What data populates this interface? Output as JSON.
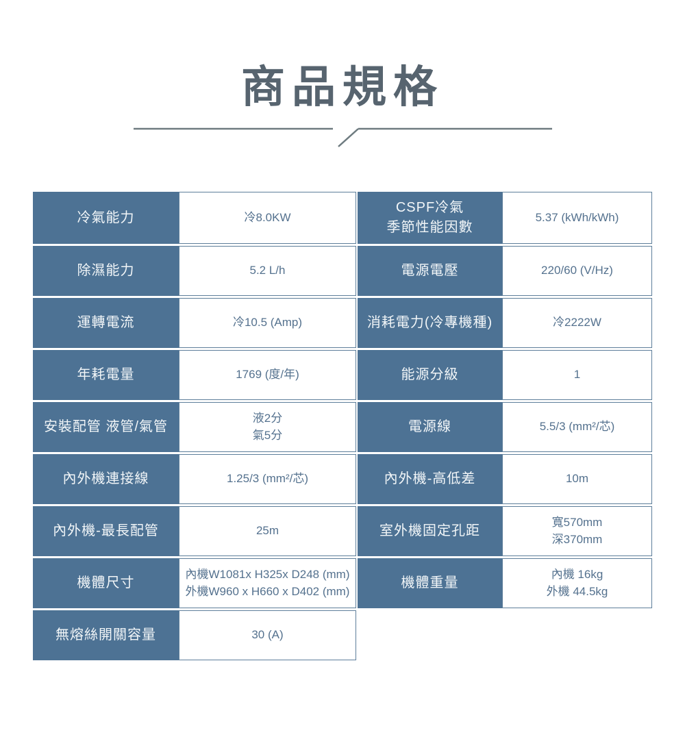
{
  "title": "商品規格",
  "colors": {
    "label_bg": "#4d7294",
    "label_text": "#f2f6f8",
    "value_text": "#54718e",
    "border_color": "#5d7e9a",
    "title_color": "#57646f",
    "line_color": "#6e7b80",
    "page_bg": "#ffffff"
  },
  "table": {
    "rows": [
      {
        "cells": [
          {
            "type": "label",
            "lines": [
              "冷氣能力"
            ]
          },
          {
            "type": "value",
            "lines": [
              "冷8.0KW"
            ]
          },
          {
            "type": "label",
            "lines": [
              "CSPF冷氣",
              "季節性能因數"
            ]
          },
          {
            "type": "value",
            "lines": [
              "5.37 (kWh/kWh)"
            ]
          }
        ]
      },
      {
        "cells": [
          {
            "type": "label",
            "lines": [
              "除濕能力"
            ]
          },
          {
            "type": "value",
            "lines": [
              "5.2 L/h"
            ]
          },
          {
            "type": "label",
            "lines": [
              "電源電壓"
            ]
          },
          {
            "type": "value",
            "lines": [
              "220/60 (V/Hz)"
            ]
          }
        ]
      },
      {
        "cells": [
          {
            "type": "label",
            "lines": [
              "運轉電流"
            ]
          },
          {
            "type": "value",
            "lines": [
              "冷10.5 (Amp)"
            ]
          },
          {
            "type": "label",
            "lines": [
              "消耗電力(冷專機種)"
            ]
          },
          {
            "type": "value",
            "lines": [
              "冷2222W"
            ]
          }
        ]
      },
      {
        "cells": [
          {
            "type": "label",
            "lines": [
              "年耗電量"
            ]
          },
          {
            "type": "value",
            "lines": [
              "1769 (度/年)"
            ]
          },
          {
            "type": "label",
            "lines": [
              "能源分級"
            ]
          },
          {
            "type": "value",
            "lines": [
              "1"
            ]
          }
        ]
      },
      {
        "cells": [
          {
            "type": "label",
            "lines": [
              "安裝配管 液管/氣管"
            ]
          },
          {
            "type": "value",
            "lines": [
              "液2分",
              "氣5分"
            ]
          },
          {
            "type": "label",
            "lines": [
              "電源線"
            ]
          },
          {
            "type": "value",
            "lines": [
              "5.5/3 (mm²/芯)"
            ]
          }
        ]
      },
      {
        "cells": [
          {
            "type": "label",
            "lines": [
              "內外機連接線"
            ]
          },
          {
            "type": "value",
            "lines": [
              "1.25/3 (mm²/芯)"
            ]
          },
          {
            "type": "label",
            "lines": [
              "內外機-高低差"
            ]
          },
          {
            "type": "value",
            "lines": [
              "10m"
            ]
          }
        ]
      },
      {
        "cells": [
          {
            "type": "label",
            "lines": [
              "內外機-最長配管"
            ]
          },
          {
            "type": "value",
            "lines": [
              "25m"
            ]
          },
          {
            "type": "label",
            "lines": [
              "室外機固定孔距"
            ]
          },
          {
            "type": "value",
            "lines": [
              "寬570mm",
              "深370mm"
            ]
          }
        ]
      },
      {
        "cells": [
          {
            "type": "label",
            "lines": [
              "機體尺寸"
            ]
          },
          {
            "type": "value",
            "lines": [
              "內機W1081x H325x D248 (mm)",
              "外機W960 x H660 x D402 (mm)"
            ]
          },
          {
            "type": "label",
            "lines": [
              "機體重量"
            ]
          },
          {
            "type": "value",
            "lines": [
              "內機 16kg",
              "外機 44.5kg"
            ]
          }
        ]
      },
      {
        "cells": [
          {
            "type": "label",
            "lines": [
              "無熔絲開關容量"
            ]
          },
          {
            "type": "value",
            "lines": [
              "30 (A)"
            ]
          }
        ]
      }
    ]
  }
}
